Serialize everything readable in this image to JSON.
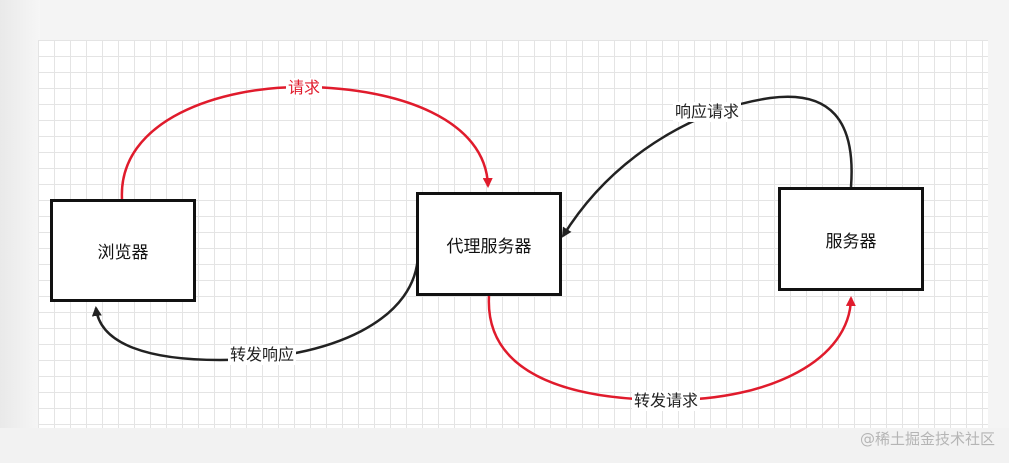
{
  "diagram": {
    "nodes": {
      "browser": "浏览器",
      "proxy": "代理服务器",
      "server": "服务器"
    },
    "edges": {
      "request": "请求",
      "response_request": "响应请求",
      "forward_response": "转发响应",
      "forward_request": "转发请求"
    },
    "colors": {
      "request_edge": "#e01b2c",
      "response_edge": "#222222"
    }
  },
  "watermark": "@稀土掘金技术社区"
}
